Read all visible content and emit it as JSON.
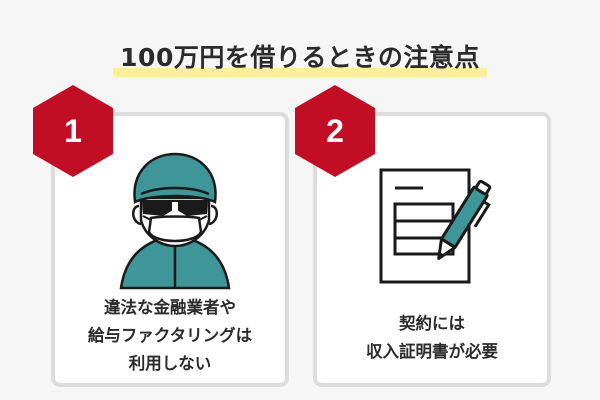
{
  "title": "100万円を借りるときの注意点",
  "colors": {
    "background": "#f6f6f6",
    "accent_red": "#c10e25",
    "highlight": "#fcee9e",
    "icon_teal": "#3f9698",
    "card_border": "#dcdcdc"
  },
  "cards": [
    {
      "number": "1",
      "icon": "masked-person-icon",
      "lines": [
        "違法な金融業者や",
        "給与ファクタリングは",
        "利用しない"
      ]
    },
    {
      "number": "2",
      "icon": "contract-document-pen-icon",
      "lines": [
        "契約には",
        "収入証明書が必要"
      ]
    }
  ]
}
